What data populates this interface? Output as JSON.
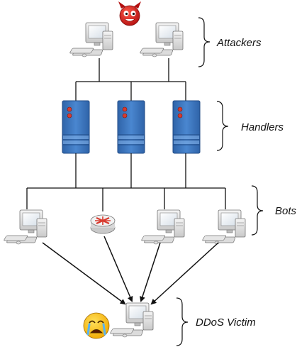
{
  "labels": {
    "attackers": "Attackers",
    "handlers": "Handlers",
    "bots": "Bots",
    "victim": "DDoS Victim"
  },
  "icons": {
    "attacker_mascot": "devil-face-icon",
    "victim_mascot": "crying-face-icon",
    "computer": "computer-icon",
    "server": "server-icon",
    "router": "router-icon"
  },
  "colors": {
    "server_fill": "#3f78c2",
    "server_band": "#7eaee4",
    "server_led": "#d83a2e",
    "devil": "#d61a1a",
    "crying_face": "#f3b400",
    "line": "#111111"
  }
}
